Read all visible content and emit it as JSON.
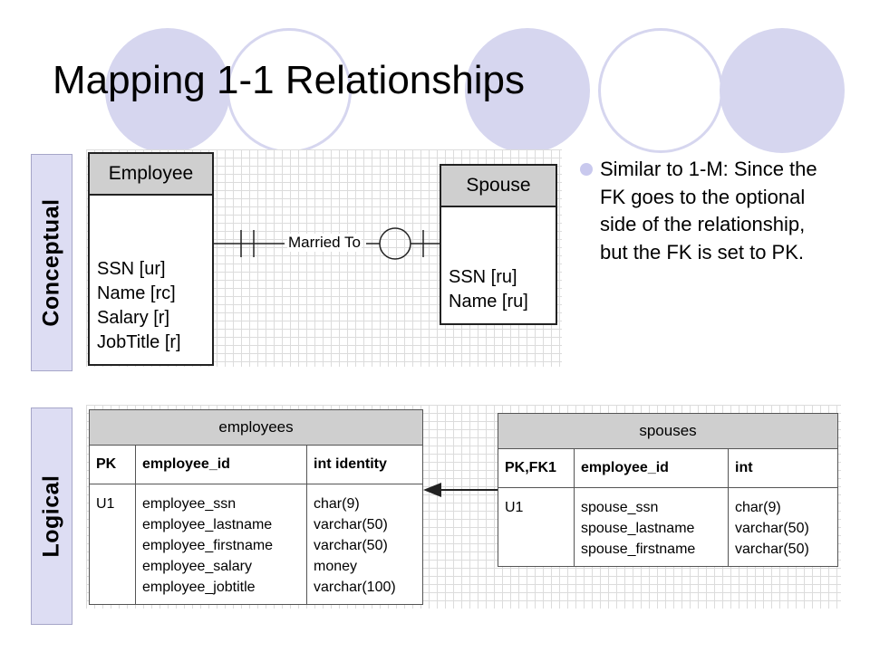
{
  "title": "Mapping 1-1 Relationships",
  "side_labels": {
    "conceptual": "Conceptual",
    "logical": "Logical"
  },
  "conceptual": {
    "employee": {
      "name": "Employee",
      "attributes": [
        "SSN [ur]",
        "Name [rc]",
        "Salary [r]",
        "JobTitle [r]"
      ]
    },
    "spouse": {
      "name": "Spouse",
      "attributes": [
        "SSN [ru]",
        "Name [ru]"
      ]
    },
    "relationship": "Married To"
  },
  "bullet": "Similar to 1-M: Since the FK goes to the optional side of the relationship, but the FK is set to PK.",
  "logical": {
    "employees": {
      "name": "employees",
      "headers": [
        "PK",
        "employee_id",
        "int identity"
      ],
      "keys": [
        "U1"
      ],
      "columns": [
        "employee_ssn",
        "employee_lastname",
        "employee_firstname",
        "employee_salary",
        "employee_jobtitle"
      ],
      "types": [
        "char(9)",
        "varchar(50)",
        "varchar(50)",
        "money",
        "varchar(100)"
      ]
    },
    "spouses": {
      "name": "spouses",
      "headers": [
        "PK,FK1",
        "employee_id",
        "int"
      ],
      "keys": [
        "U1"
      ],
      "columns": [
        "spouse_ssn",
        "spouse_lastname",
        "spouse_firstname"
      ],
      "types": [
        "char(9)",
        "varchar(50)",
        "varchar(50)"
      ]
    }
  },
  "colors": {
    "accent": "#d6d6ef",
    "label_bg": "#ddddf3",
    "header_bg": "#cfcfcf"
  }
}
